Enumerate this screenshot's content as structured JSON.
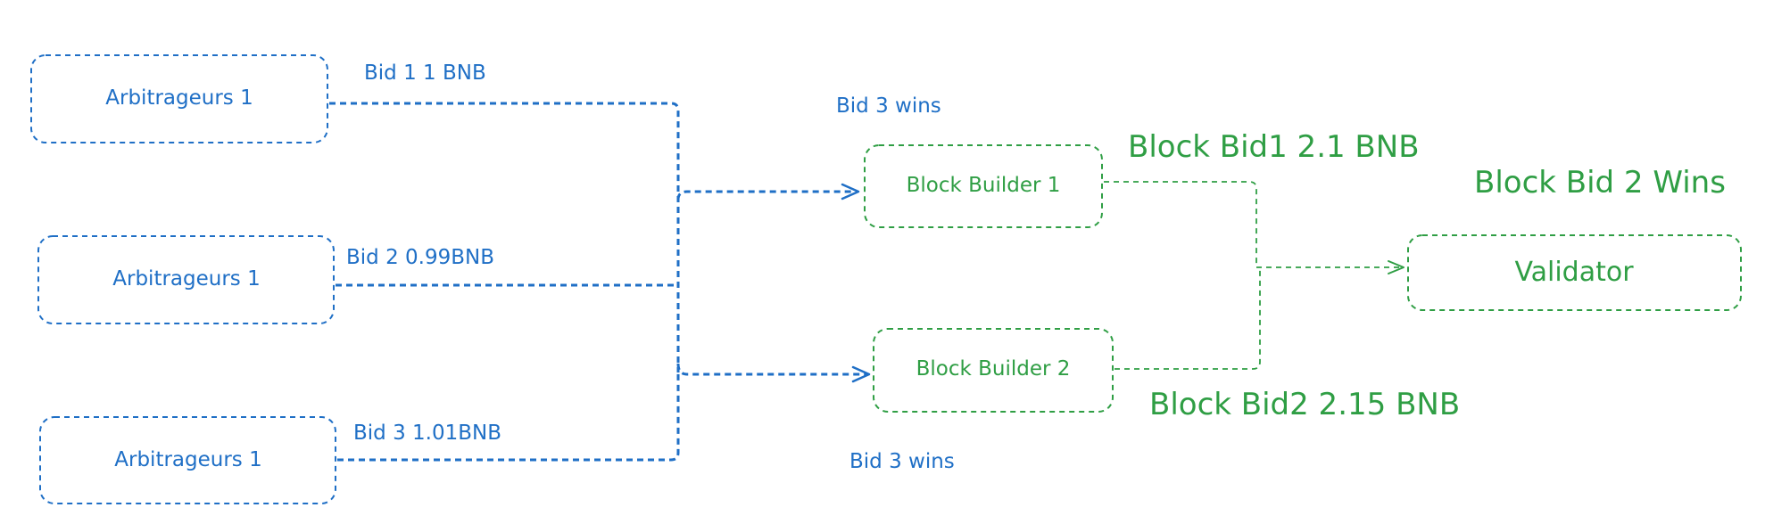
{
  "colors": {
    "blue": "#1f6fc6",
    "green": "#2f9e44",
    "background": "#ffffff"
  },
  "arbitrageurs": [
    {
      "label": "Arbitrageurs 1",
      "bid_label": "Bid 1  1 BNB"
    },
    {
      "label": "Arbitrageurs 1",
      "bid_label": "Bid 2  0.99BNB"
    },
    {
      "label": "Arbitrageurs 1",
      "bid_label": "Bid 3  1.01BNB"
    }
  ],
  "builders": [
    {
      "label": "Block Builder 1",
      "win_note": "Bid 3 wins",
      "block_bid": "Block Bid1 2.1 BNB"
    },
    {
      "label": "Block Builder 2",
      "win_note": "Bid 3  wins",
      "block_bid": "Block Bid2 2.15 BNB"
    }
  ],
  "validator": {
    "label": "Validator",
    "result": "Block Bid 2 Wins"
  }
}
